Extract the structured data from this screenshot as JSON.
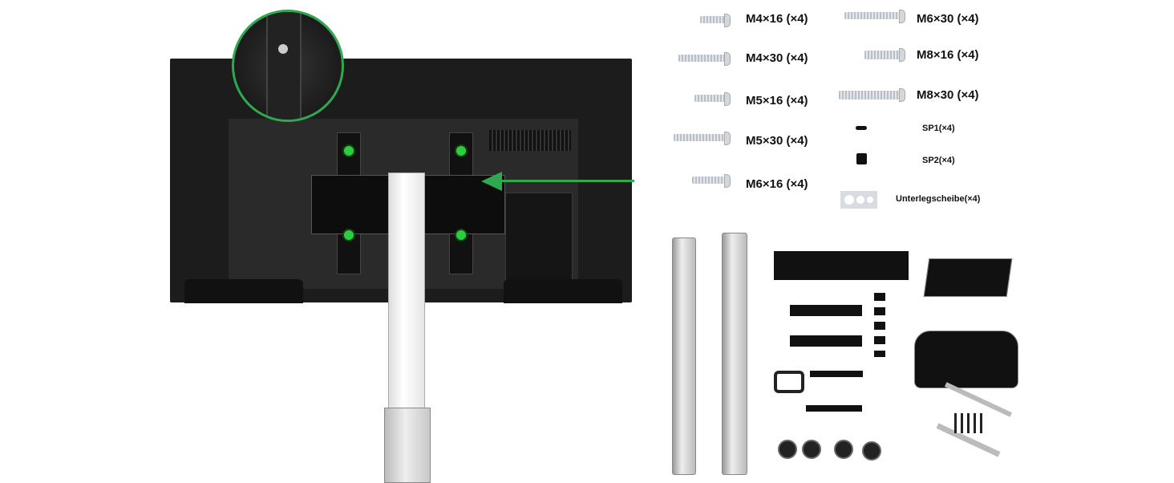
{
  "hardware": {
    "left_column": [
      {
        "label": "M4×16 (×4)"
      },
      {
        "label": "M4×30 (×4)"
      },
      {
        "label": "M5×16 (×4)"
      },
      {
        "label": "M5×30 (×4)"
      },
      {
        "label": "M6×16 (×4)"
      }
    ],
    "right_column": [
      {
        "label": "M6×30 (×4)"
      },
      {
        "label": "M8×16 (×4)"
      },
      {
        "label": "M8×30 (×4)"
      },
      {
        "label": "SP1(×4)"
      },
      {
        "label": "SP2(×4)"
      },
      {
        "label": "Unterlegscheibe(×4)"
      }
    ]
  },
  "colors": {
    "accent": "#2fa84f",
    "tv": "#1c1c1c"
  }
}
